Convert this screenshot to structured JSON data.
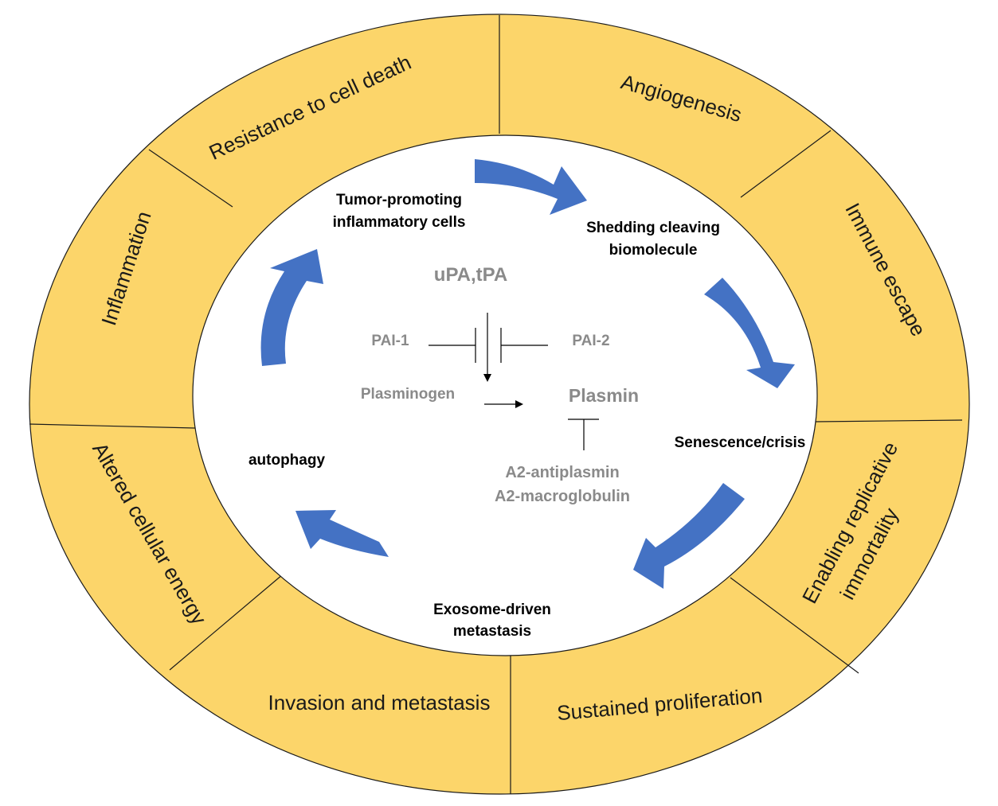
{
  "colors": {
    "ring_fill": "#fcd56a",
    "ring_stroke": "#1a1a1a",
    "center_fill": "#ffffff",
    "arrow_fill": "#4472c4",
    "grey_text": "#8a8a8a",
    "stage_text": "#000000"
  },
  "outer_ring": {
    "hallmarks": [
      "Resistance to cell death",
      "Angiogenesis",
      "Immune escape",
      "Enabling replicative",
      "immortality",
      "Sustained proliferation",
      "Invasion and metastasis",
      "Altered cellular energy",
      "Inflammation"
    ]
  },
  "cycle": {
    "stages": [
      "Tumor-promoting",
      "inflammatory cells",
      "Shedding cleaving",
      "biomolecule",
      "Senescence/crisis",
      "Exosome-driven",
      "metastasis",
      "autophagy"
    ]
  },
  "pathway": {
    "activators": "uPA,tPA",
    "inhibitor_left": "PAI-1",
    "inhibitor_right": "PAI-2",
    "substrate": "Plasminogen",
    "product": "Plasmin",
    "product_inhibitors": [
      "A2-antiplasmin",
      "A2-macroglobulin"
    ]
  }
}
